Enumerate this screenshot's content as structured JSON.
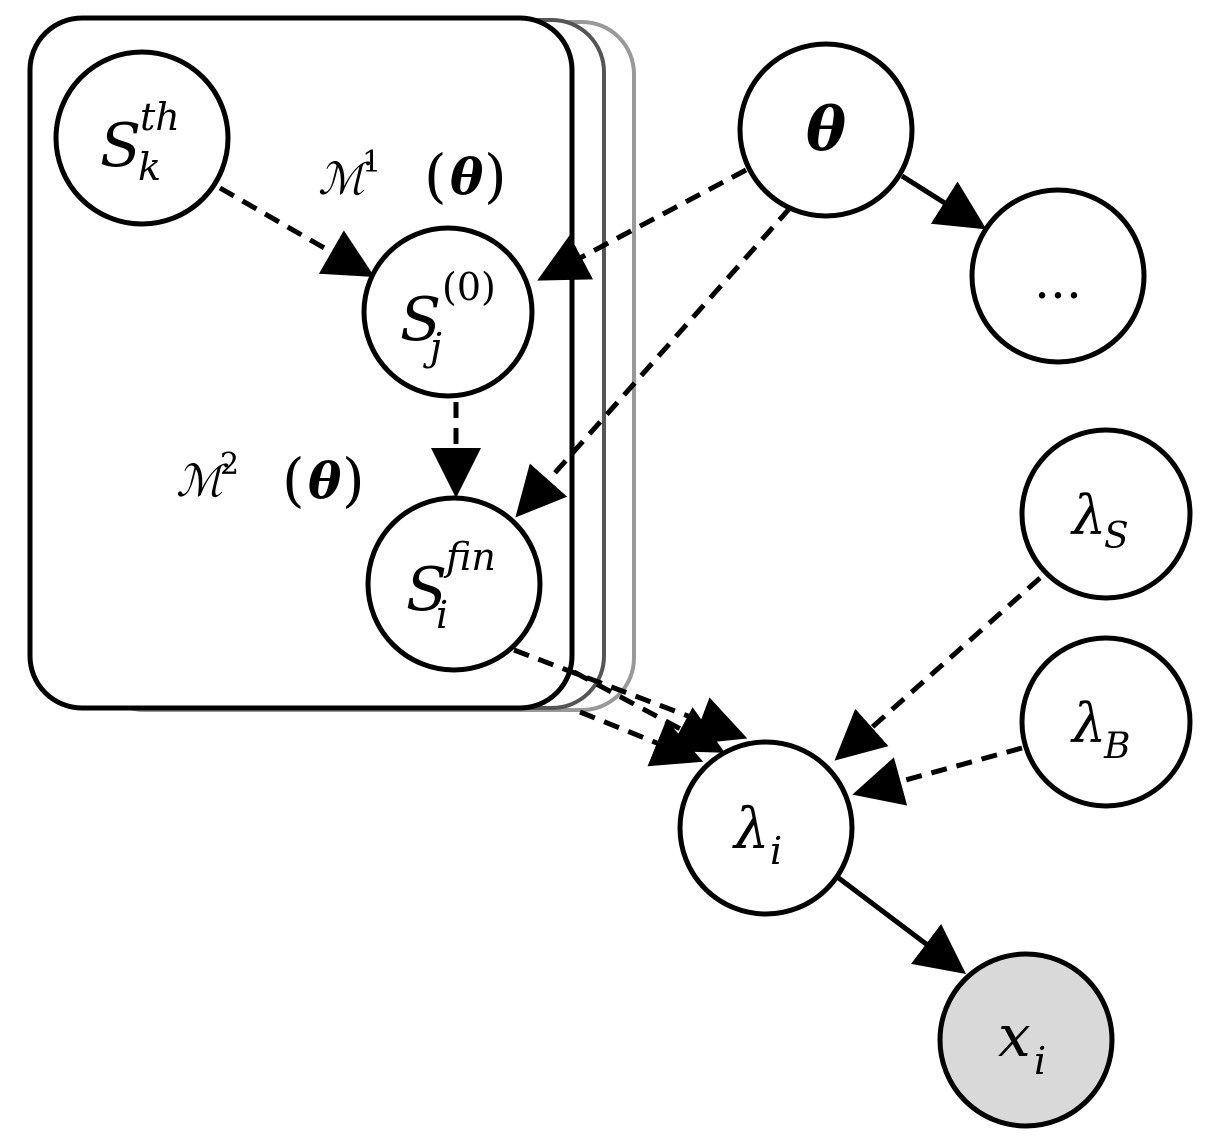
{
  "nodes": {
    "s_th": {
      "base": "S",
      "sup": "th",
      "sub": "k"
    },
    "s_0": {
      "base": "S",
      "sup": "(0)",
      "sub": "j"
    },
    "s_fin": {
      "base": "S",
      "sup": "fin",
      "sub": "i"
    },
    "theta": {
      "label": "θ"
    },
    "ellipsis": {
      "label": "..."
    },
    "lambda_s": {
      "base": "λ",
      "sub": "S"
    },
    "lambda_b": {
      "base": "λ",
      "sub": "B"
    },
    "lambda_i": {
      "base": "λ",
      "sub": "i"
    },
    "x_i": {
      "base": "x",
      "sub": "i",
      "observed": true
    }
  },
  "plate_labels": {
    "m1": {
      "script": "ℳ",
      "sup": "1",
      "open": "(",
      "theta": "θ",
      "close": ")"
    },
    "m2": {
      "script": "ℳ",
      "sup": "2",
      "open": "(",
      "theta": "θ",
      "close": ")"
    }
  },
  "colors": {
    "stroke": "#000000",
    "observed_fill": "#d9d9d9",
    "plate_back1": "#555555",
    "plate_back2": "#999999"
  }
}
